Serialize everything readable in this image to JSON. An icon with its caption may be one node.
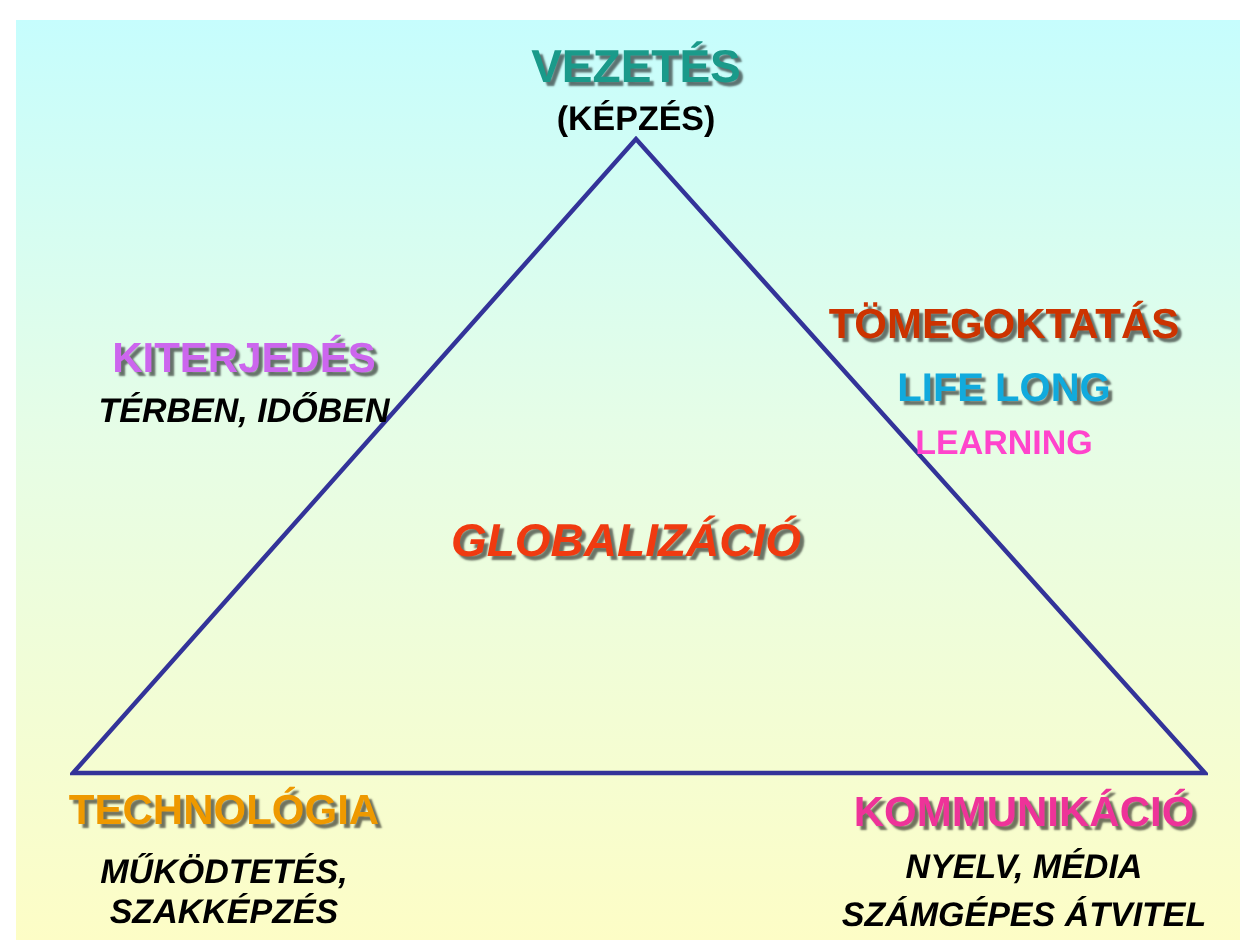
{
  "diagram": {
    "nodes": [
      {
        "text": [
          "GLOBALIZÁCIÓ"
        ]
      }
    ],
    "labels": [
      "VEZETÉS",
      "(KÉPZÉS)",
      "KITERJEDÉS",
      "TÉRBEN, IDŐBEN",
      "TÖMEGOKTATÁS",
      "LIFE LONG",
      "LEARNING",
      "TECHNOLÓGIA",
      "MŰKÖDTETÉS, SZAKKÉPZÉS",
      "KOMMUNIKÁCIÓ",
      "NYELV, MÉDIA",
      "SZÁMGÉPES ÁTVITEL"
    ]
  }
}
